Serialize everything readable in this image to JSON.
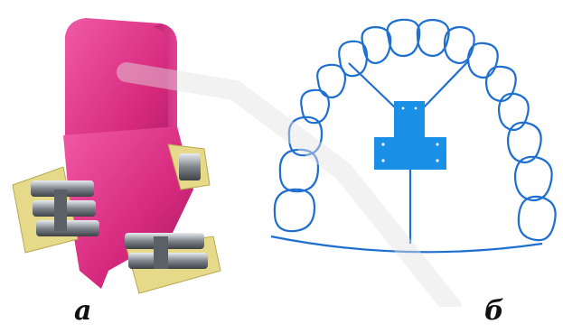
{
  "figure": {
    "labels": {
      "a": "а",
      "b": "б"
    }
  },
  "colors": {
    "appliance_pink": "#d6297e",
    "screw_yellow": "#e6d98a",
    "metal": "#8a8f95",
    "drawing_blue": "#1f6fd1",
    "expander_blue": "#1a8fe6",
    "watermark": "#e3e3e3"
  },
  "icons": {
    "photo": "expansion-screw-appliance-photo",
    "drawing": "upper-dental-arch-with-expander"
  }
}
